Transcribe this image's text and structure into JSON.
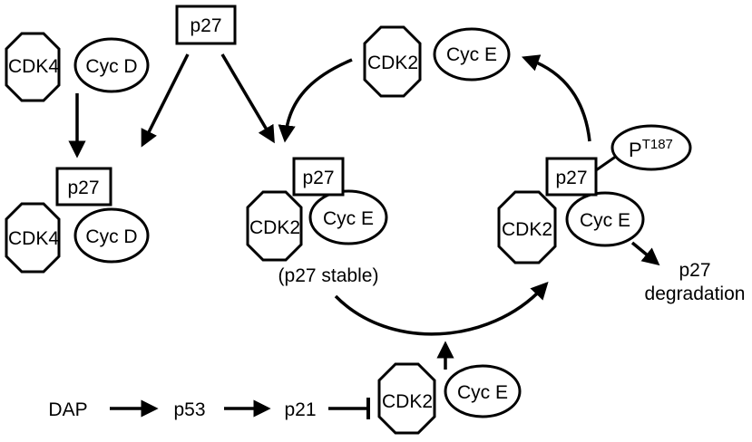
{
  "labels": {
    "cdk4": "CDK4",
    "cdk2": "CDK2",
    "cyc_d": "Cyc D",
    "cyc_e": "Cyc E",
    "p27": "p27",
    "phospho_base": "P",
    "phospho_site": "T187",
    "p27_stable": "(p27 stable)",
    "degradation_line1": "p27",
    "degradation_line2": "degradation",
    "dap": "DAP",
    "p53": "p53",
    "p21": "p21"
  },
  "colors": {
    "stroke": "#000000",
    "fill": "#ffffff"
  }
}
